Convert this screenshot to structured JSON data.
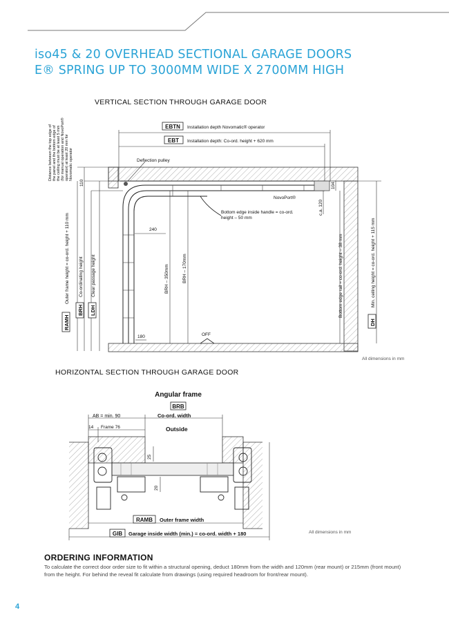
{
  "header": {
    "title_line1": "iso45 & 20 OVERHEAD SECTIONAL GARAGE DOORS",
    "title_line2": "E® SPRING UP TO 3000MM WIDE X 2700MM HIGH"
  },
  "vertical_section": {
    "caption": "VERTICAL SECTION THROUGH GARAGE DOOR",
    "ebtn_tag": "EBTN",
    "ebtn_text": "Installation depth Novomatic® operator",
    "ebt_tag": "EBT",
    "ebt_text": "Installation depth: Co-ord. height + 620 mm",
    "rotated_note_1": "Distance between the top edge of",
    "rotated_note_2": "the panel and the bottom edge of",
    "rotated_note_3": "the ceiling must be at least 5 mm",
    "rotated_note_4": "(for manual operation and NovoPort®",
    "rotated_note_5": "operator) at least 20 mm for",
    "rotated_note_6": "Novomatic operator",
    "deflection_pulley": "Deflection pulley",
    "novoport": "NovoPort®",
    "handle_note_1": "Bottom edge inside handle = co-ord.",
    "handle_note_2": "height – 50 mm",
    "dim_110": "110",
    "dim_104": "104",
    "dim_ca120": "c.a. 120",
    "dim_240": "240",
    "dim_180": "180",
    "off_label": "OFF",
    "brh_350": "BRH – 350mm",
    "brh_170": "BRH – 170mm",
    "ramh_tag": "RAMH",
    "ramh_text": "Outer frame height = co-ord. height + 110 mm",
    "brh_tag": "BRH",
    "brh_text": "Co-ordinating height",
    "ldh_tag": "LDH",
    "ldh_text": "Clear passage height",
    "rail_text": "Bottom edge rail = co-ord. height – 38 mm",
    "dh_tag": "DH",
    "dh_text": "Min. ceiling height = co-ord. height + 115 mm",
    "dim_note": "All dimensions in mm"
  },
  "horizontal_section": {
    "caption": "HORIZONTAL SECTION THROUGH GARAGE DOOR",
    "angular_frame": "Angular frame",
    "brb_tag": "BRB",
    "coord_width": "Co-ord. width",
    "ab_text": "AB = min. 90",
    "dim_14": "14",
    "frame_76": "Frame 76",
    "outside": "Outside",
    "dim_25": "25",
    "dim_20": "20",
    "ramb_tag": "RAMB",
    "ramb_text": "Outer frame width",
    "gib_tag": "GIB",
    "gib_text": "Garage inside width (min.) = co-ord. width + 180",
    "dim_note": "All dimensions in mm"
  },
  "ordering": {
    "heading": "ORDERING INFORMATION",
    "body": "To calculate the correct door order size to fit within a structural opening, deduct 180mm from the width and 120mm (rear mount) or 215mm (front mount) from the height. For behind the reveal fit calculate from drawings (using required headroom for front/rear mount)."
  },
  "page_number": "4",
  "colors": {
    "accent": "#2aa3d6",
    "line": "#333333",
    "hatch": "#999999"
  }
}
